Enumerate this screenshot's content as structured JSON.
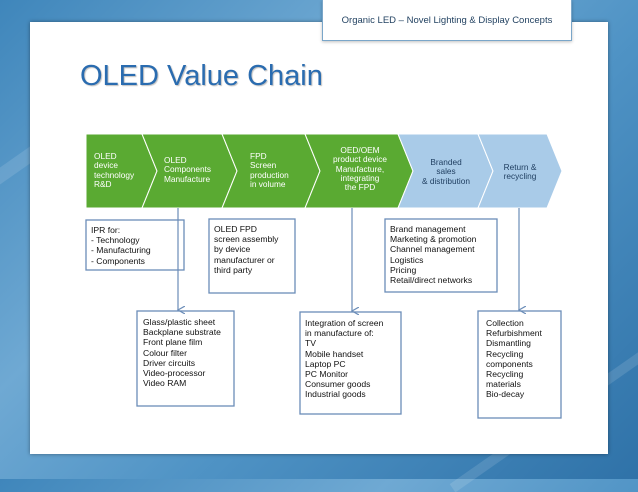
{
  "header": {
    "text": "Organic LED – Novel Lighting & Display Concepts"
  },
  "slide_title": "OLED Value Chain",
  "colors": {
    "green": "#5aaa32",
    "light_blue": "#a9cbe8",
    "title_blue": "#2a6cb0"
  },
  "stages": [
    {
      "label": "OLED\ndevice\ntechnology\nR&D"
    },
    {
      "label": "OLED\nComponents\nManufacture"
    },
    {
      "label": "FPD\nScreen\nproduction\nin volume"
    },
    {
      "label": "OED/OEM\nproduct device\nManufacture,\nintegrating\nthe FPD"
    },
    {
      "label": "Branded\nsales\n& distribution"
    },
    {
      "label": "Return &\nrecycling"
    }
  ],
  "boxes": {
    "ipr": "IPR for:\n- Technology\n- Manufacturing\n- Components",
    "fpd_assembly": "OLED FPD\nscreen assembly\nby device\nmanufacturer or\nthird party",
    "brand": "Brand management\nMarketing & promotion\nChannel management\nLogistics\nPricing\nRetail/direct networks",
    "components": "Glass/plastic sheet\nBackplane substrate\nFront plane film\nColour filter\nDriver circuits\nVideo-processor\nVideo RAM",
    "integration": "Integration of screen\nin manufacture of:\nTV\nMobile handset\nLaptop PC\nPC Monitor\nConsumer goods\nIndustrial goods",
    "recycling": "Collection\nRefurbishment\nDismantling\nRecycling\ncomponents\nRecycling\nmaterials\nBio-decay"
  }
}
